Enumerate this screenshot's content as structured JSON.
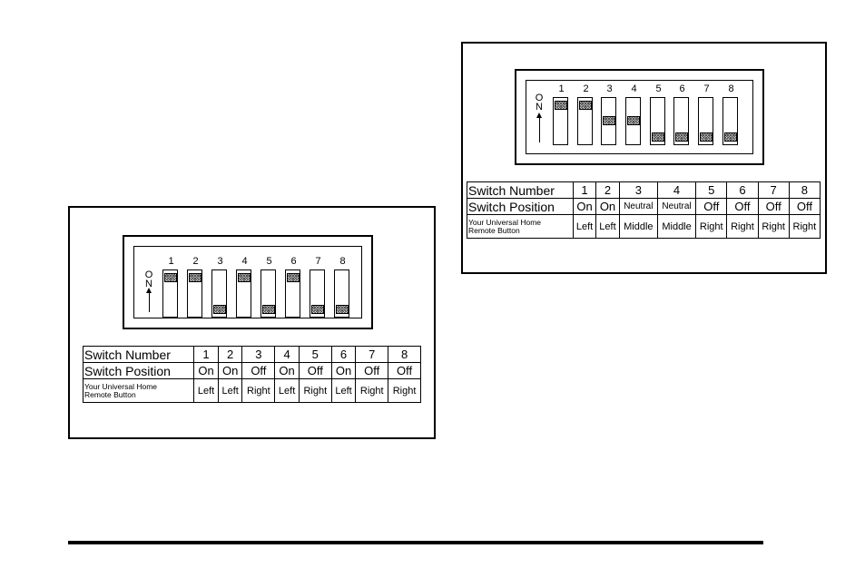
{
  "on_label": [
    "O",
    "N"
  ],
  "row_labels": {
    "switch_number": "Switch Number",
    "switch_position": "Switch Position",
    "remote_button_line1": "Your Universal Home",
    "remote_button_line2": "Remote Button"
  },
  "figures": [
    {
      "switch_numbers": [
        "1",
        "2",
        "3",
        "4",
        "5",
        "6",
        "7",
        "8"
      ],
      "switch_positions": [
        "On",
        "On",
        "Off",
        "On",
        "Off",
        "On",
        "Off",
        "Off"
      ],
      "remote_buttons": [
        "Left",
        "Left",
        "Right",
        "Left",
        "Right",
        "Left",
        "Right",
        "Right"
      ]
    },
    {
      "switch_numbers": [
        "1",
        "2",
        "3",
        "4",
        "5",
        "6",
        "7",
        "8"
      ],
      "switch_positions": [
        "On",
        "On",
        "Neutral",
        "Neutral",
        "Off",
        "Off",
        "Off",
        "Off"
      ],
      "remote_buttons": [
        "Left",
        "Left",
        "Middle",
        "Middle",
        "Right",
        "Right",
        "Right",
        "Right"
      ]
    }
  ]
}
